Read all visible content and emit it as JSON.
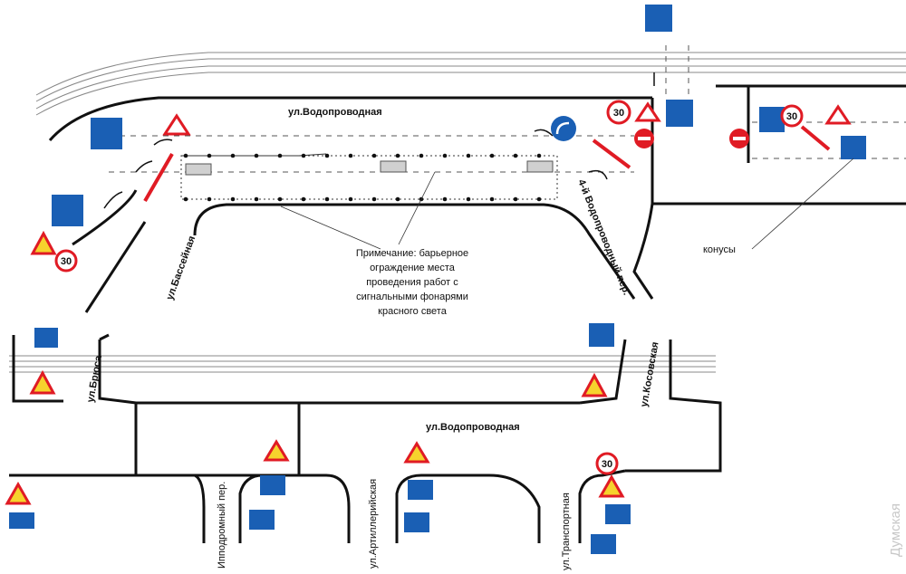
{
  "streets": {
    "vodoprovodnaya_top": "ул.Водопроводная",
    "vodoprovodnaya_bottom": "ул.Водопроводная",
    "basseynaya": "ул.Бассейная",
    "vodoprovodny_per": "4-й Водопроводный пер.",
    "bryusa": "ул.Брюса",
    "kosovskaya": "ул.Косовская",
    "ippodromny": "Ипподромный пер.",
    "artilleriyskaya": "ул.Артиллерийская",
    "transportnaya": "ул.Транспортная"
  },
  "note": {
    "lines": [
      "Примечание: барьерное",
      "ограждение места",
      "проведения работ с",
      "сигнальными фонарями",
      "красного света"
    ]
  },
  "labels": {
    "cones": "конусы",
    "speed_limit": "30"
  },
  "watermark": "Думская",
  "colors": {
    "sign_blue": "#1a5fb4",
    "sign_red": "#e01b24",
    "sign_yellow": "#f6d32d",
    "road_line": "#111111",
    "barrier_fill": "#d0d0d0"
  }
}
